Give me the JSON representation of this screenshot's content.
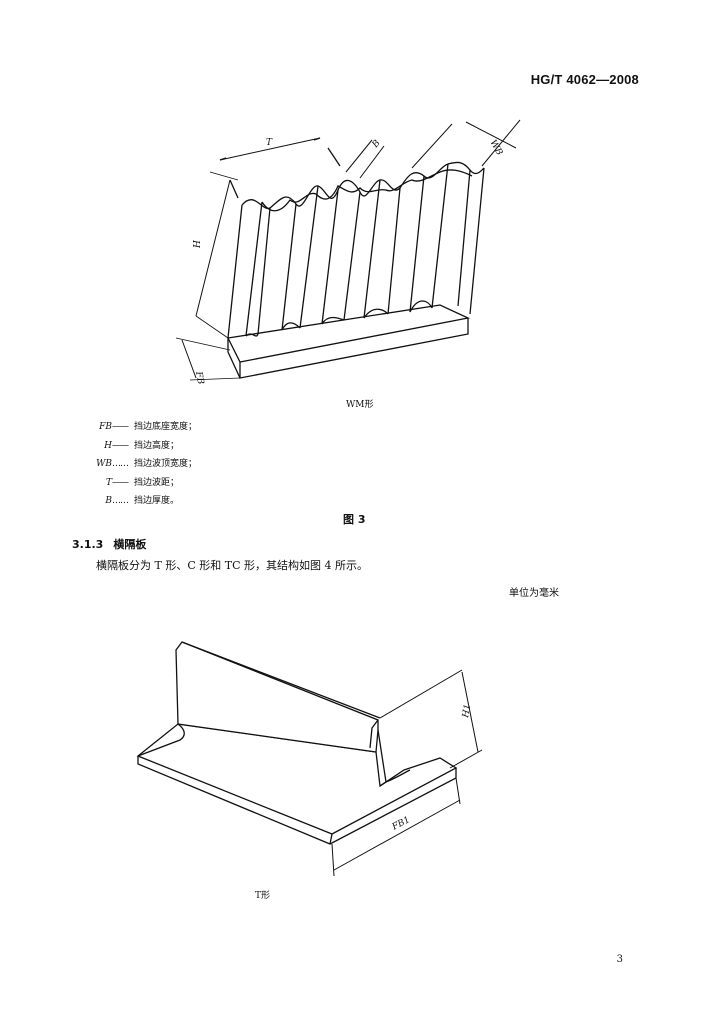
{
  "header": {
    "standard_code": "HG/T 4062—2008"
  },
  "figure3": {
    "dims": {
      "T": "T",
      "B": "B",
      "WB": "WB",
      "H": "H",
      "FB": "FB"
    },
    "subcaption": "WM形",
    "legend": [
      {
        "symbol": "FB",
        "dash": "——",
        "text": "挡边底座宽度；"
      },
      {
        "symbol": "H",
        "dash": "——",
        "text": "挡边高度；"
      },
      {
        "symbol": "WB",
        "dash": "……",
        "text": "挡边波顶宽度；"
      },
      {
        "symbol": "T",
        "dash": "——",
        "text": "挡边波距；"
      },
      {
        "symbol": "B",
        "dash": "……",
        "text": "挡边厚度。"
      }
    ],
    "label": "图 3"
  },
  "section": {
    "number": "3.1.3",
    "title": "横隔板",
    "paragraph": "横隔板分为 T 形、C 形和 TC 形，其结构如图 4 所示。",
    "unit_note": "单位为毫米"
  },
  "figure4": {
    "dims": {
      "H1": "H1",
      "FB1": "FB1"
    },
    "subcaption": "T形"
  },
  "footer": {
    "page_number": "3"
  }
}
